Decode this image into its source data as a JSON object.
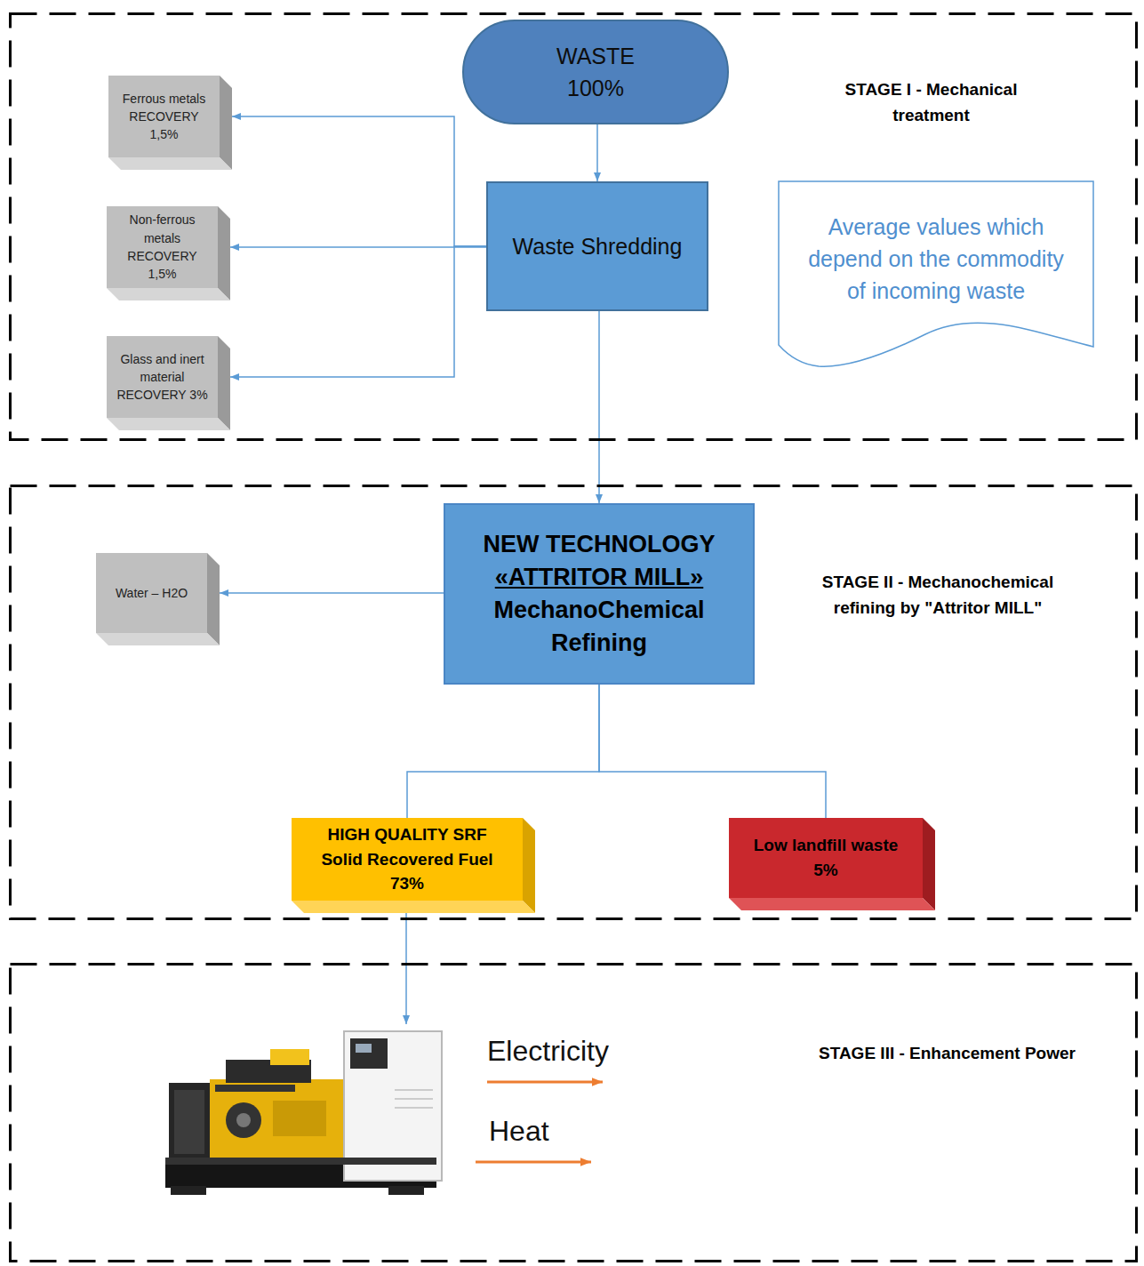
{
  "diagram": {
    "nodes": [
      {
        "text": [
          "STAGE I - Mechanical treatment"
        ]
      },
      {
        "text": [
          "WASTE 100%"
        ],
        "in": 0
      },
      {
        "text": [
          "Ferrous metals RECOVERY 1,5%"
        ],
        "in": 0
      },
      {
        "text": [
          "Waste Shredding"
        ],
        "in": 0
      },
      {
        "text": [
          "Average values which depend on the commodity of incoming waste"
        ],
        "in": 0
      },
      {
        "text": [
          "Non-ferrous metals RECOVERY 1,5%"
        ],
        "in": 0
      },
      {
        "text": [
          "Glass and inert material RECOVERY 3%"
        ],
        "in": 0
      },
      {
        "text": [
          "STAGE II - Mechanochemical refining by \"Attritor MILL\""
        ]
      },
      {
        "text": [
          "Water – H2O"
        ],
        "in": 7
      },
      {
        "text": [
          "NEW TECHNOLOGY",
          "«ATTRITOR MILL»",
          "MechanoChemical Refining"
        ],
        "in": 7
      },
      {
        "text": [
          "HIGH QUALITY SRF Solid Recovered Fuel 73%"
        ],
        "in": 7
      },
      {
        "text": [
          "Low landfill waste 5%"
        ],
        "in": 7
      },
      {
        "text": [
          "STAGE III - Enhancement Power"
        ]
      }
    ],
    "edges": [
      {
        "from": 1,
        "to": 3,
        "arrow": "to"
      },
      {
        "from": 3,
        "to": 2,
        "arrow": "to"
      },
      {
        "from": 3,
        "to": 5,
        "arrow": "to"
      },
      {
        "from": 3,
        "to": 6,
        "arrow": "to"
      },
      {
        "from": 3,
        "to": 9,
        "arrow": "to"
      },
      {
        "from": 9,
        "to": 8,
        "arrow": "to"
      },
      {
        "from": 9,
        "to": 10,
        "arrow": "none"
      },
      {
        "from": 9,
        "to": 11,
        "arrow": "none"
      }
    ],
    "labels": [
      "Electricity",
      "Heat"
    ]
  }
}
